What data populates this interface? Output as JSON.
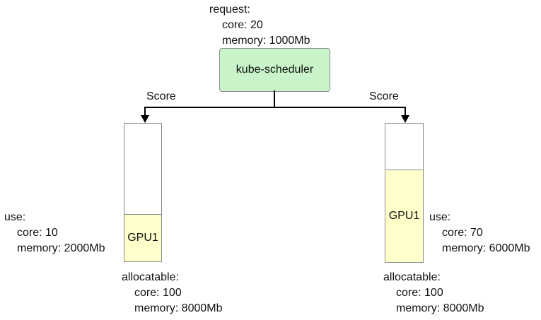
{
  "request": {
    "title": "request:",
    "core": "core: 20",
    "memory": "memory: 1000Mb"
  },
  "scheduler": {
    "label": "kube-scheduler"
  },
  "edges": {
    "left_label": "Score",
    "right_label": "Score"
  },
  "nodes": {
    "left": {
      "gpu": "GPU1",
      "used_fraction": 0.337,
      "use": {
        "title": "use:",
        "core": "core: 10",
        "memory": "memory: 2000Mb"
      },
      "allocatable": {
        "title": "allocatable:",
        "core": "core: 100",
        "memory": "memory: 8000Mb"
      }
    },
    "right": {
      "gpu": "GPU1",
      "used_fraction": 0.665,
      "use": {
        "title": "use:",
        "core": "core: 70",
        "memory": "memory: 6000Mb"
      },
      "allocatable": {
        "title": "allocatable:",
        "core": "core: 100",
        "memory": "memory: 8000Mb"
      }
    }
  },
  "colors": {
    "scheduler_fill": "#c9f4c9",
    "gpu_fill": "#ffffcc",
    "box_border": "#8c8c8c",
    "line": "#000000",
    "text": "#111111"
  }
}
